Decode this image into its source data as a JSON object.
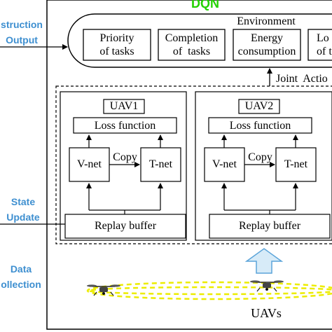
{
  "title": "DQN",
  "environment": {
    "label": "Environment",
    "items": [
      "Priority\nof tasks",
      "Completion\nof  tasks",
      "Energy\nconsumption",
      "Lo\nof t"
    ]
  },
  "joint_action": "Joint  Actio",
  "side_labels": {
    "instruction_output": "struction\nOutput",
    "state_update": "State\nUpdate",
    "data_collection": "Data\nollection"
  },
  "uav1": {
    "title": "UAV1",
    "loss": "Loss function",
    "copy": "Copy",
    "vnet": "V-net",
    "tnet": "T-net",
    "buffer": "Replay buffer"
  },
  "uav2": {
    "title": "UAV2",
    "loss": "Loss function",
    "copy": "Copy",
    "vnet": "V-net",
    "tnet": "T-net",
    "buffer": "Replay buffer"
  },
  "uavs_label": "UAVs",
  "colors": {
    "title_green": "#23d100",
    "side_blue": "#3e8fd0",
    "arrow_fill": "#d7ebf8",
    "arrow_stroke": "#5ba4d9",
    "orbit_yellow": "#ecec00"
  }
}
